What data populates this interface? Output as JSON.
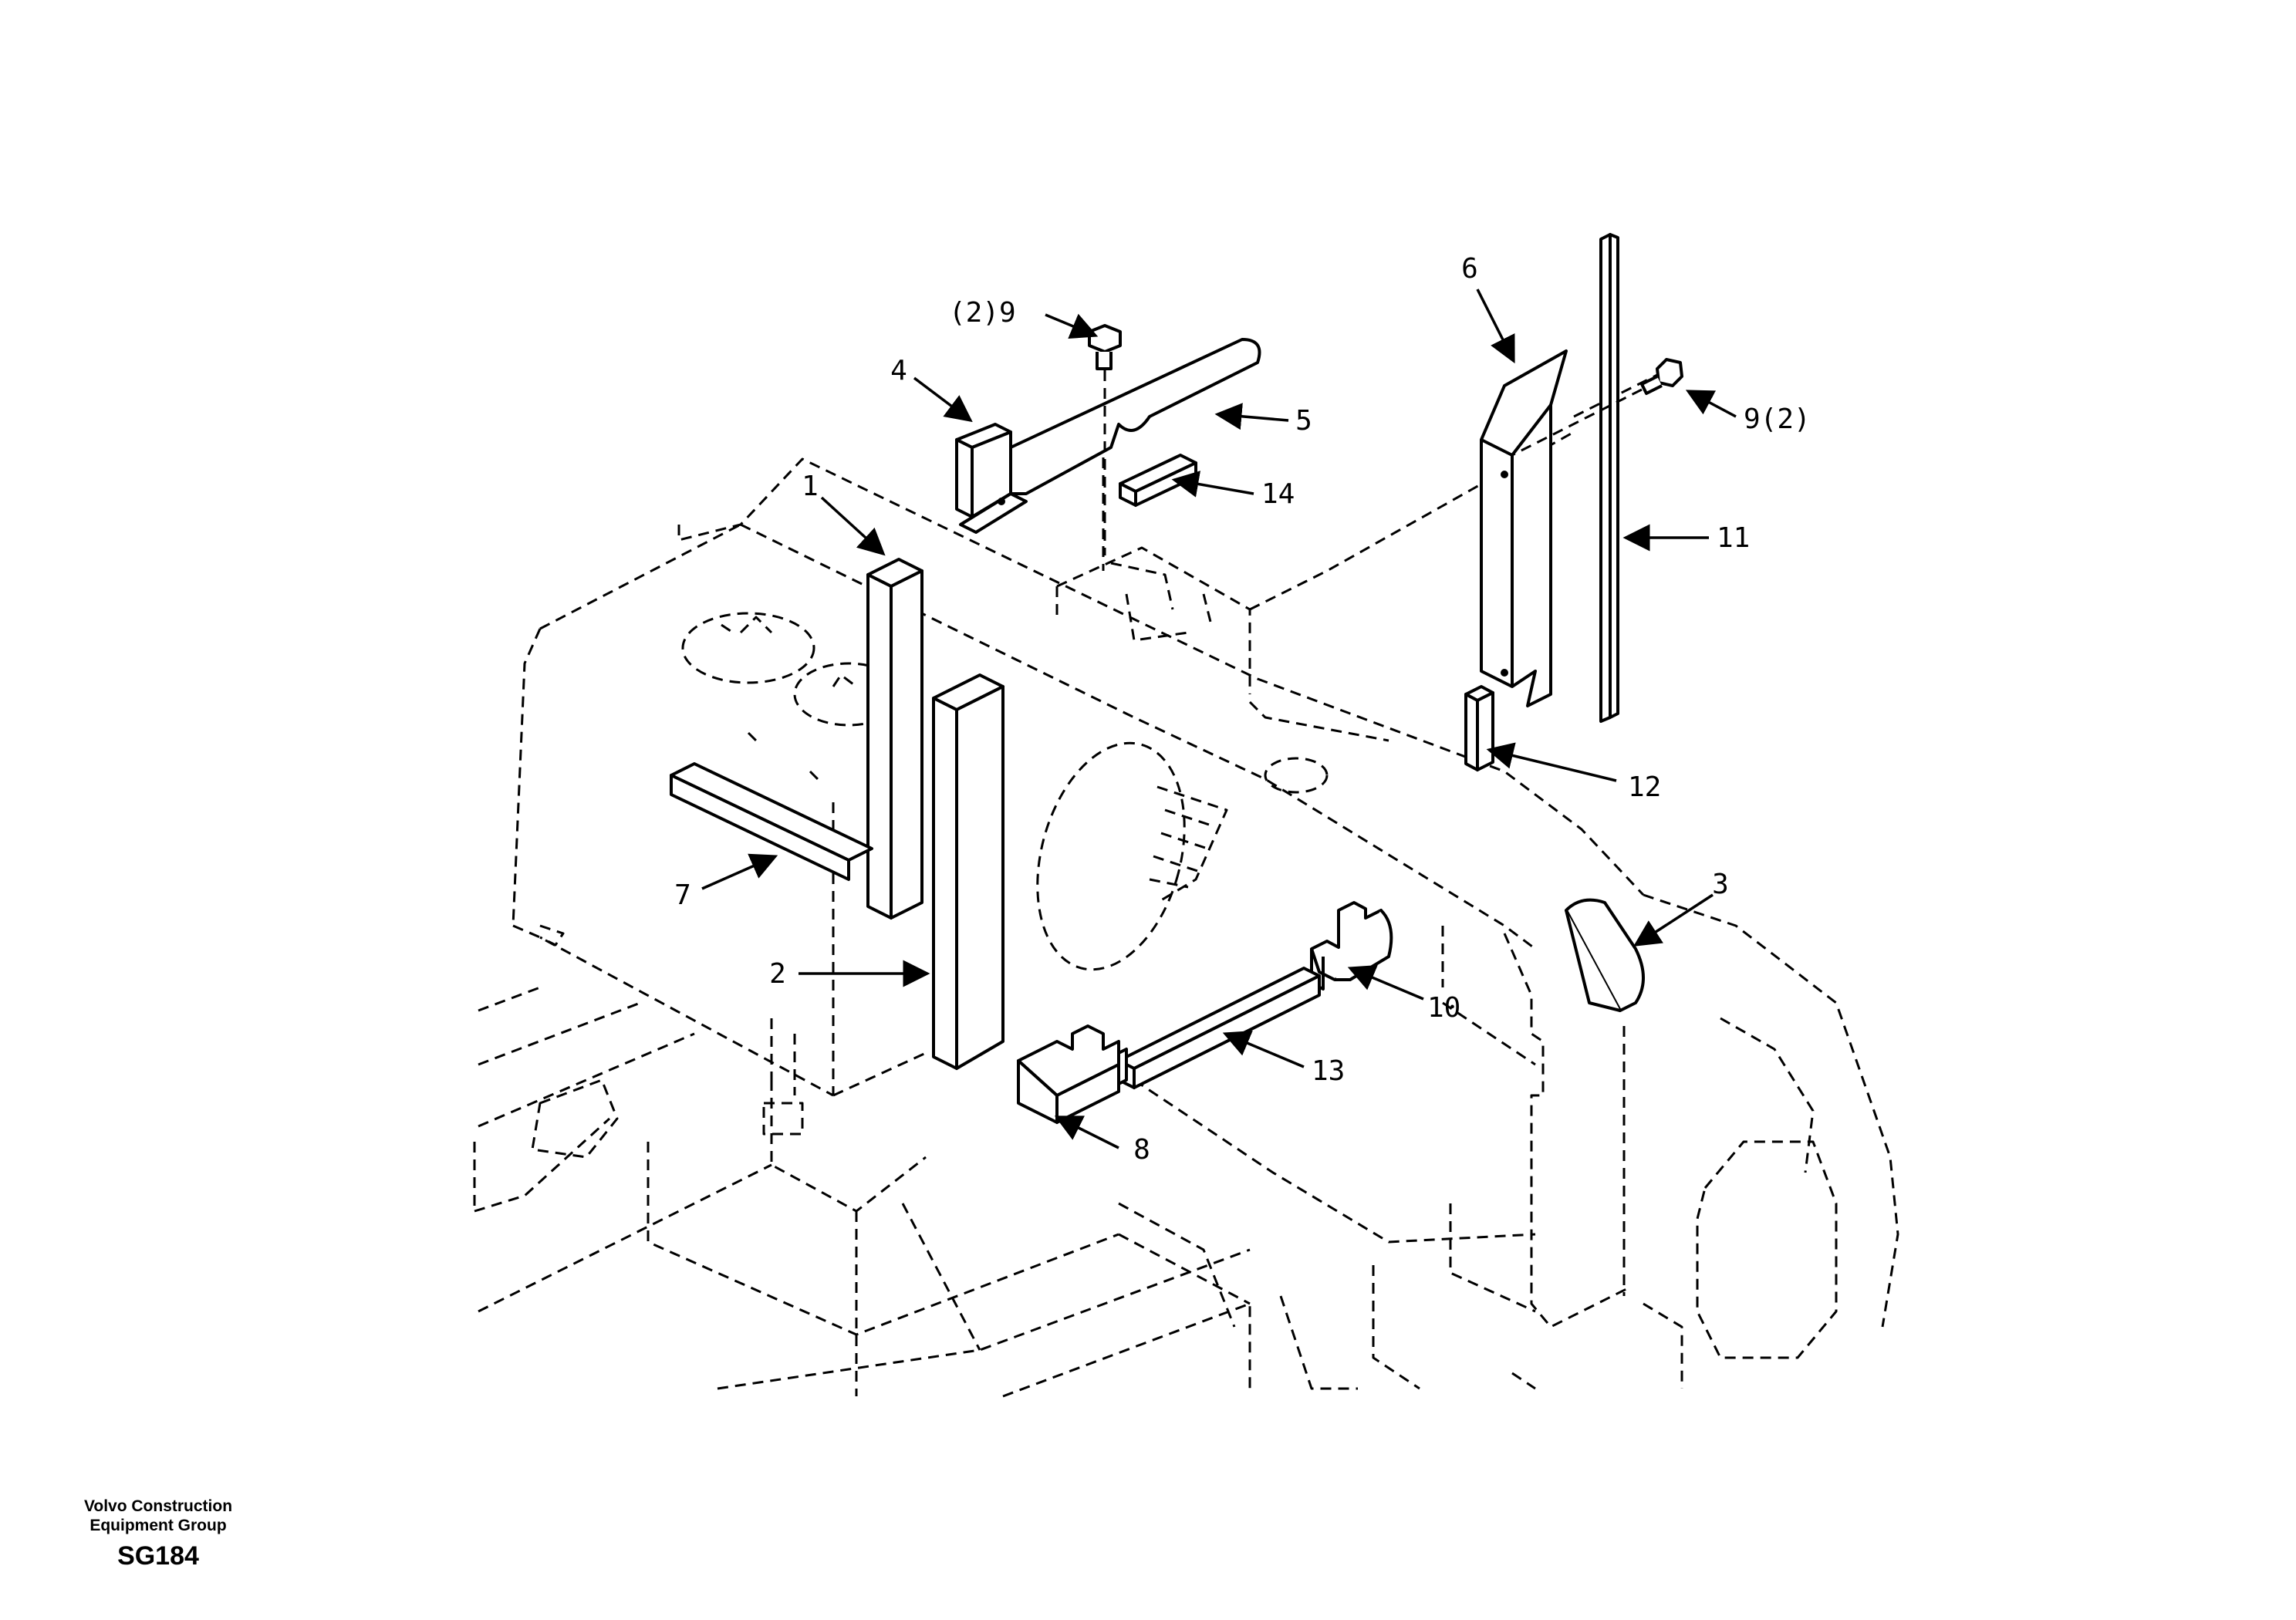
{
  "diagram": {
    "callouts": [
      {
        "id": "c1",
        "text": "1"
      },
      {
        "id": "c2",
        "text": "2"
      },
      {
        "id": "c3",
        "text": "3"
      },
      {
        "id": "c4",
        "text": "4"
      },
      {
        "id": "c5",
        "text": "5"
      },
      {
        "id": "c6",
        "text": "6"
      },
      {
        "id": "c7",
        "text": "7"
      },
      {
        "id": "c8",
        "text": "8"
      },
      {
        "id": "c9a",
        "text": "(2)9"
      },
      {
        "id": "c9b",
        "text": "9(2)"
      },
      {
        "id": "c10",
        "text": "10"
      },
      {
        "id": "c11",
        "text": "11"
      },
      {
        "id": "c12",
        "text": "12"
      },
      {
        "id": "c13",
        "text": "13"
      },
      {
        "id": "c14",
        "text": "14"
      }
    ]
  },
  "footer": {
    "company": "Volvo Construction\nEquipment Group",
    "code": "SG184"
  }
}
